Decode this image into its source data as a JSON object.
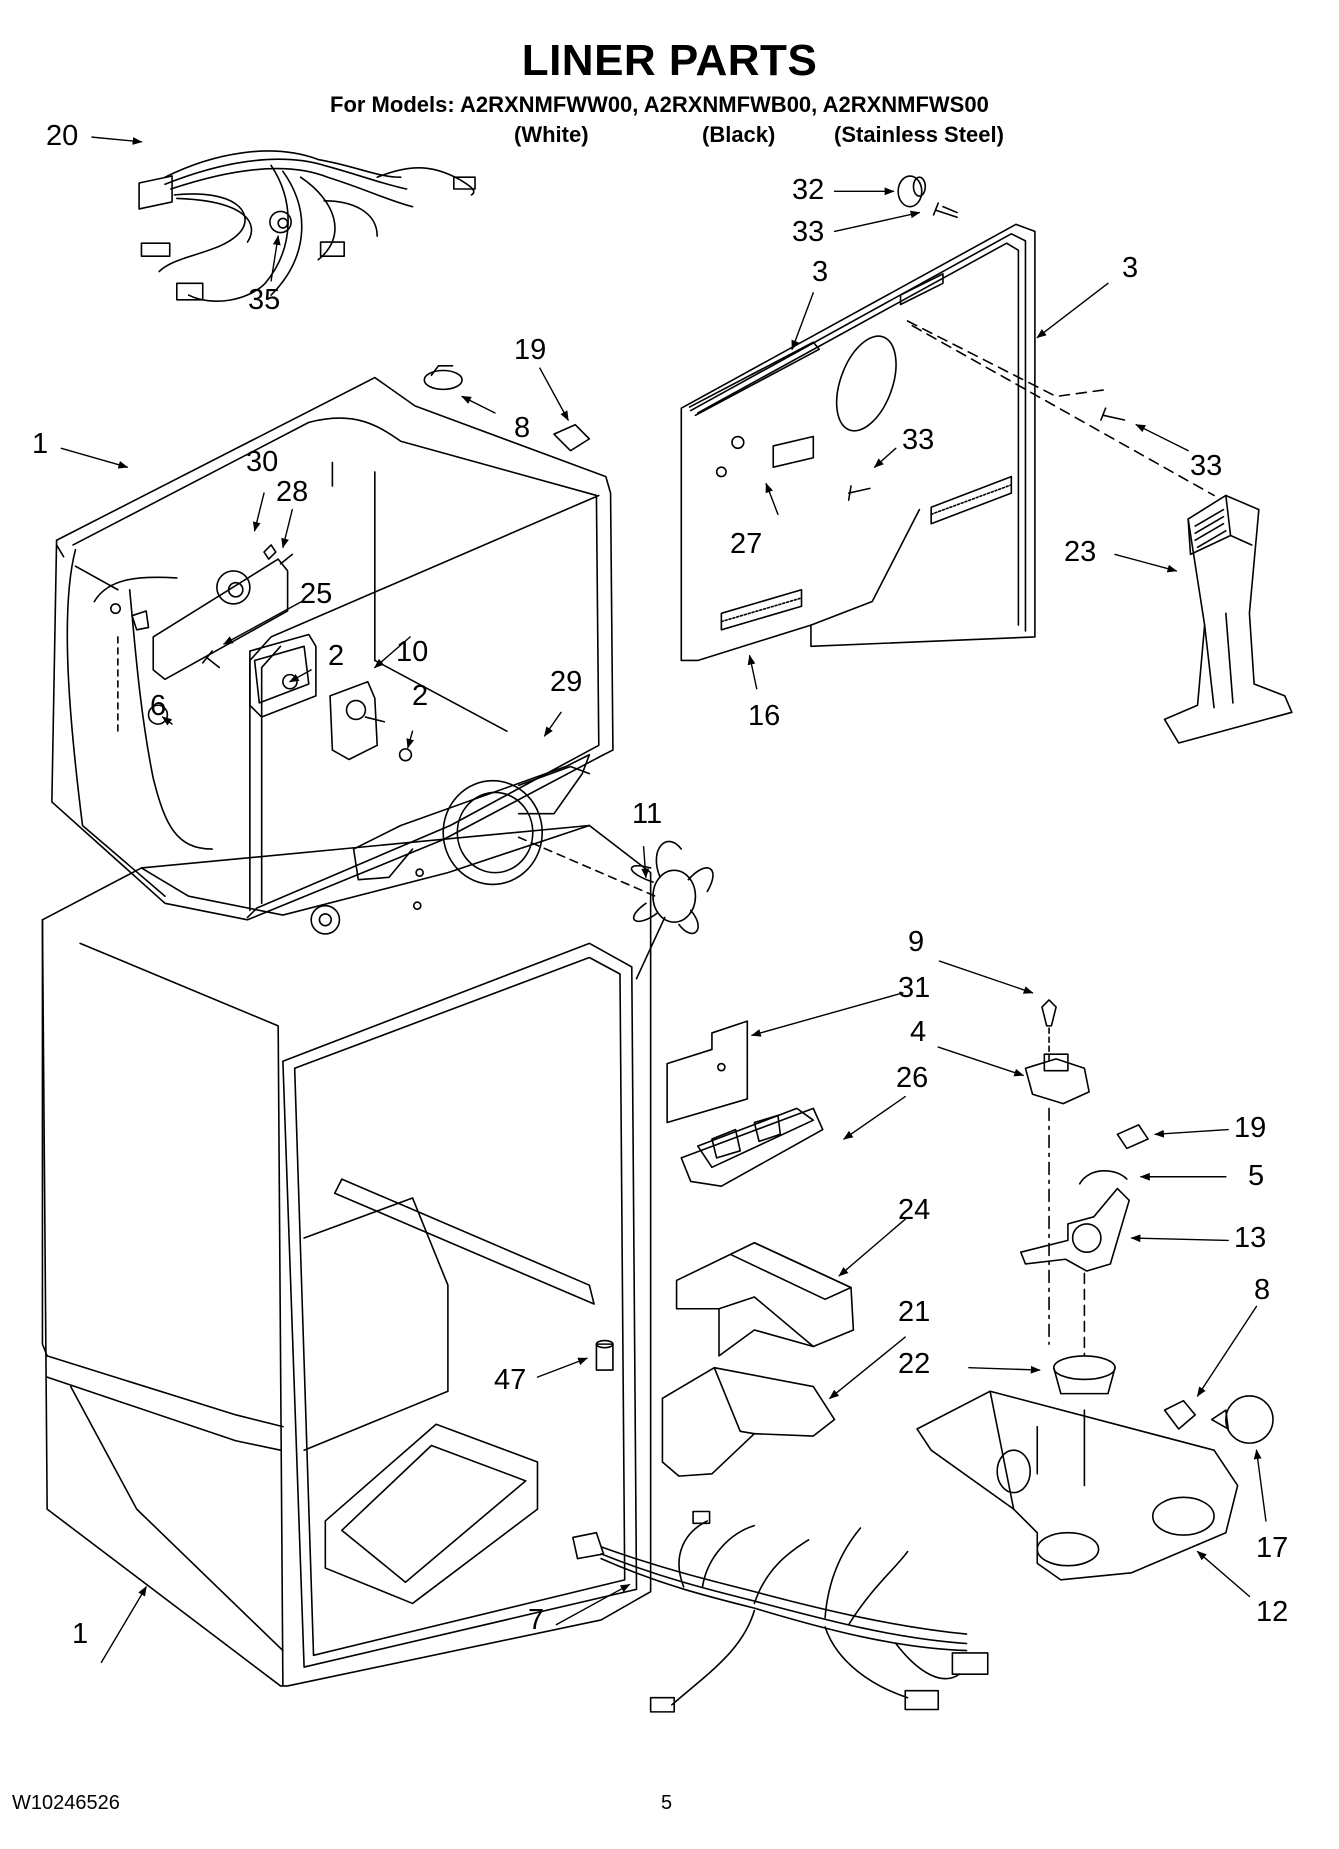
{
  "header": {
    "title": "LINER PARTS",
    "models_line": "For Models: A2RXNMFWW00, A2RXNMFWB00, A2RXNMFWS00",
    "variants": [
      "(White)",
      "(Black)",
      "(Stainless Steel)"
    ]
  },
  "callouts": [
    {
      "id": "c20a",
      "label": "20"
    },
    {
      "id": "c35",
      "label": "35"
    },
    {
      "id": "c32",
      "label": "32"
    },
    {
      "id": "c33a",
      "label": "33"
    },
    {
      "id": "c3a",
      "label": "3"
    },
    {
      "id": "c3b",
      "label": "3"
    },
    {
      "id": "c19a",
      "label": "19"
    },
    {
      "id": "c8a",
      "label": "8"
    },
    {
      "id": "c1a",
      "label": "1"
    },
    {
      "id": "c30",
      "label": "30"
    },
    {
      "id": "c28",
      "label": "28"
    },
    {
      "id": "c25",
      "label": "25"
    },
    {
      "id": "c2a",
      "label": "2"
    },
    {
      "id": "c10",
      "label": "10"
    },
    {
      "id": "c2b",
      "label": "2"
    },
    {
      "id": "c6",
      "label": "6"
    },
    {
      "id": "c29",
      "label": "29"
    },
    {
      "id": "c33b",
      "label": "33"
    },
    {
      "id": "c33c",
      "label": "33"
    },
    {
      "id": "c27",
      "label": "27"
    },
    {
      "id": "c23",
      "label": "23"
    },
    {
      "id": "c16",
      "label": "16"
    },
    {
      "id": "c11",
      "label": "11"
    },
    {
      "id": "c9",
      "label": "9"
    },
    {
      "id": "c31",
      "label": "31"
    },
    {
      "id": "c4",
      "label": "4"
    },
    {
      "id": "c26",
      "label": "26"
    },
    {
      "id": "c19b",
      "label": "19"
    },
    {
      "id": "c5",
      "label": "5"
    },
    {
      "id": "c13",
      "label": "13"
    },
    {
      "id": "c24",
      "label": "24"
    },
    {
      "id": "c8b",
      "label": "8"
    },
    {
      "id": "c21",
      "label": "21"
    },
    {
      "id": "c22",
      "label": "22"
    },
    {
      "id": "c47",
      "label": "47"
    },
    {
      "id": "c17",
      "label": "17"
    },
    {
      "id": "c12",
      "label": "12"
    },
    {
      "id": "c1b",
      "label": "1"
    },
    {
      "id": "c7",
      "label": "7"
    }
  ],
  "footer": {
    "doc_number": "W10246526",
    "page_number": "5"
  }
}
